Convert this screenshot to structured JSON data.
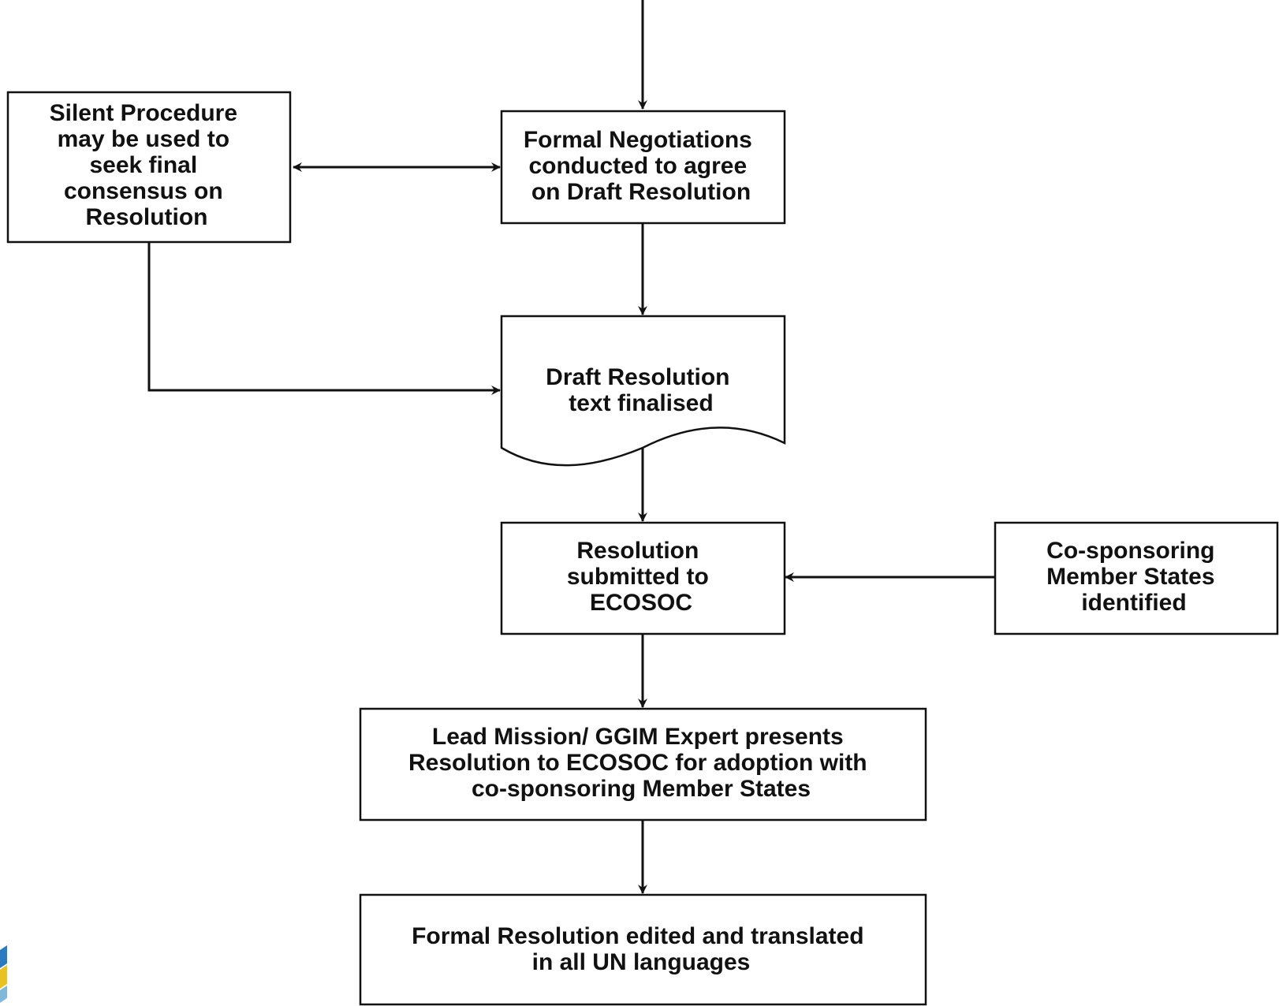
{
  "diagram": {
    "nodes": {
      "silent_procedure": {
        "lines": [
          "Silent Procedure",
          "may be used to",
          "seek final",
          "consensus on",
          "Resolution"
        ]
      },
      "formal_negotiations": {
        "lines": [
          "Formal Negotiations",
          "conducted to agree",
          "on Draft Resolution"
        ]
      },
      "draft_finalised": {
        "lines": [
          "Draft Resolution",
          "text  finalised"
        ]
      },
      "submitted_ecosoc": {
        "lines": [
          "Resolution",
          "submitted to",
          "ECOSOC"
        ]
      },
      "co_sponsoring": {
        "lines": [
          "Co-sponsoring",
          "Member States",
          "identified"
        ]
      },
      "lead_mission": {
        "lines": [
          "Lead Mission/ GGIM Expert presents",
          "Resolution to ECOSOC for adoption with",
          "co-sponsoring Member States"
        ]
      },
      "formal_resolution": {
        "lines": [
          "Formal Resolution edited and translated",
          "in all UN languages"
        ]
      }
    },
    "colors": {
      "stroke": "#111111",
      "text": "#111111",
      "background": "#ffffff"
    }
  }
}
